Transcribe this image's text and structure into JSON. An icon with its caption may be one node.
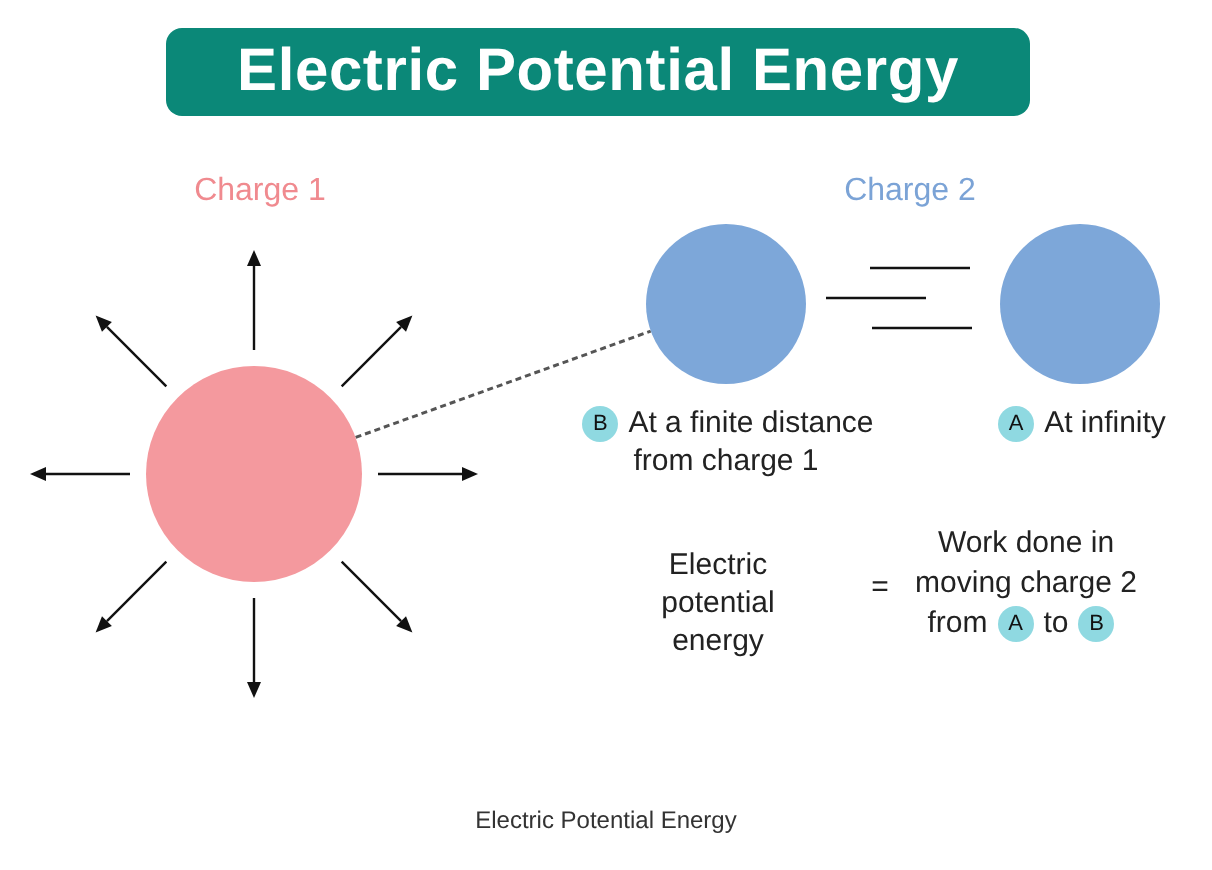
{
  "diagram": {
    "title": "Electric Potential Energy",
    "caption": "Electric Potential Energy",
    "nodes": [
      {
        "text": [],
        "shape": "circle"
      },
      {
        "text": [
          "B",
          "At a finite distance from charge 1"
        ]
      },
      {
        "text": [
          "A",
          "At infinity"
        ]
      }
    ],
    "edges": [
      {
        "from": 0,
        "to": 1,
        "arrow": "none",
        "style": "dashed"
      }
    ],
    "labels": [
      "Charge 1",
      "Charge 2",
      "Electric potential energy",
      "=",
      "Work done in moving charge 2 from",
      "A",
      "to",
      "B"
    ]
  }
}
